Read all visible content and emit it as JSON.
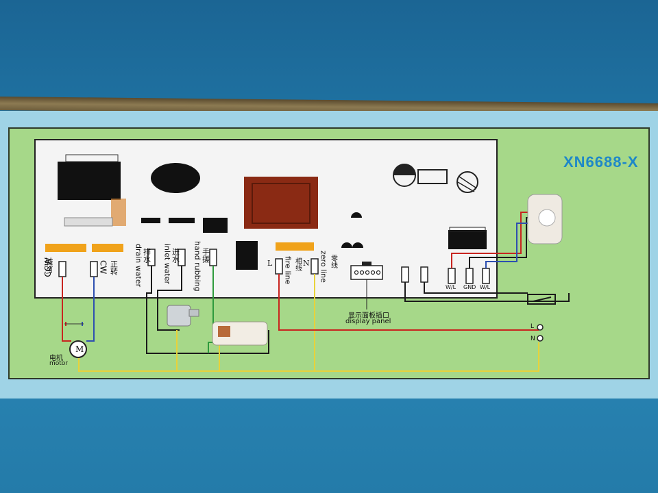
{
  "model": "XN6688-X",
  "terminals": {
    "ccw": {
      "zh": "反转",
      "en": "CCW"
    },
    "cw": {
      "zh": "正转",
      "en": "CW"
    },
    "drain": {
      "zh": "排水",
      "en": "drain water"
    },
    "inlet": {
      "zh": "进水",
      "en": "inlet water"
    },
    "hand": {
      "zh": "手搓",
      "en": "hand rubbing"
    },
    "fire": {
      "zh": "相线",
      "en": "fire line",
      "letter": "L"
    },
    "zero": {
      "zh": "零线",
      "en": "zero line",
      "letter": "N"
    },
    "wl1": "W/L",
    "gnd": "GND",
    "wl2": "W/L"
  },
  "display_panel": {
    "zh": "显示面板插口",
    "en": "display panel"
  },
  "motor": {
    "zh": "电机",
    "en": "motor",
    "symbol": "M"
  },
  "mains": {
    "l": "L",
    "n": "N"
  },
  "colors": {
    "red_wire": "#c8241f",
    "blue_wire": "#2d4fb0",
    "yellow_wire": "#e8d23a",
    "green_wire": "#2e9a3c",
    "black_wire": "#1a1a1a",
    "orange_label": "#f0a21a",
    "model_text": "#1e88c8"
  }
}
